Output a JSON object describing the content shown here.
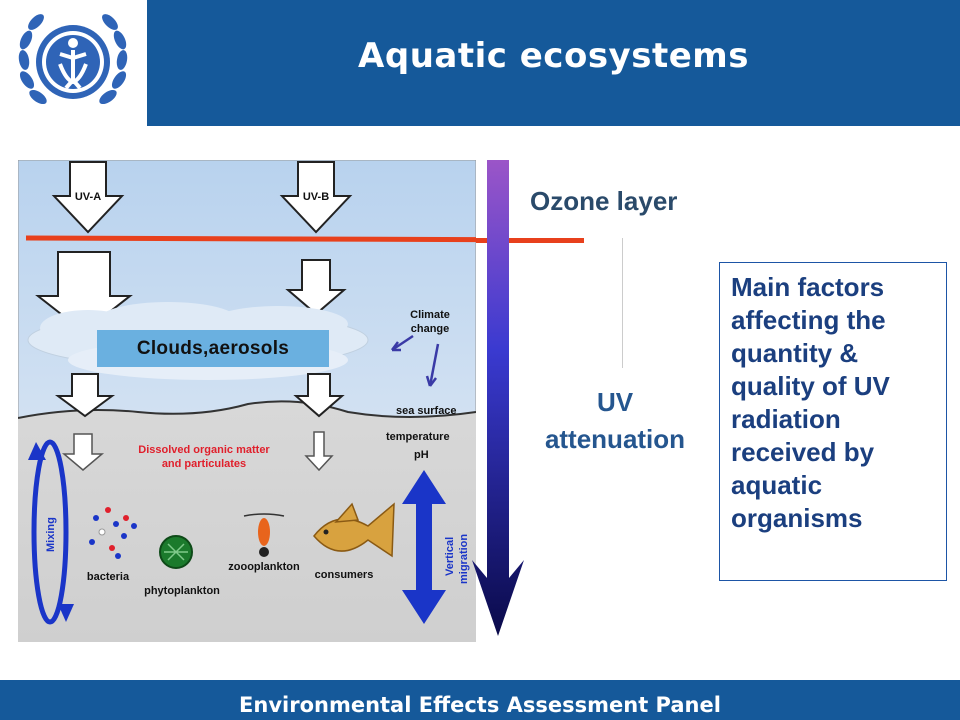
{
  "header": {
    "title": "Aquatic ecosystems"
  },
  "logo": {
    "icon": "unep-wreath-logo-icon"
  },
  "diagram": {
    "arrows": [
      "UV-A",
      "UV-B"
    ],
    "clouds_label": "Clouds,aerosols",
    "climate_change": [
      "Climate",
      "change"
    ],
    "sea_surface": "sea surface",
    "temperature": "temperature",
    "ph": "pH",
    "dissolved": [
      "Dissolved organic matter",
      "and particulates"
    ],
    "mixing": "Mixing",
    "vertical_migration": [
      "Vertical",
      "migration"
    ],
    "organisms": [
      "bacteria",
      "phytoplankton",
      "zoooplankton",
      "consumers"
    ]
  },
  "ozone_label": "Ozone layer",
  "uv_attenuation": [
    "UV",
    "attenuation"
  ],
  "factors_lines": [
    "Main factors",
    "affecting the",
    "quantity &",
    "quality of UV",
    "radiation",
    "received by",
    "aquatic",
    "organisms"
  ],
  "footer": {
    "text": "Environmental Effects Assessment Panel"
  },
  "colors": {
    "brand_blue": "#15599a",
    "ozone_red": "#e8401c",
    "mixing_blue": "#1a35c8",
    "fish": "#d8a23f"
  }
}
